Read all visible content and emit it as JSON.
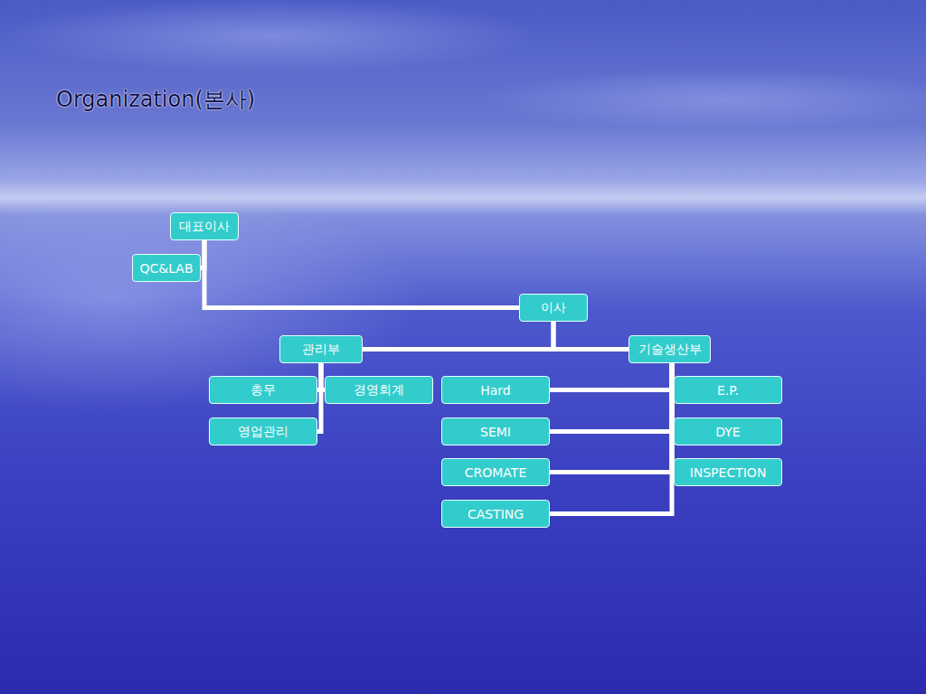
{
  "diagram": {
    "title": "Organization(본사)",
    "nodes": [
      {
        "text": [
          "대표이사"
        ]
      },
      {
        "text": [
          "QC&LAB"
        ]
      },
      {
        "text": [
          "이사"
        ]
      },
      {
        "text": [
          "관리부"
        ]
      },
      {
        "text": [
          "기술생산부"
        ]
      },
      {
        "text": [
          "총무"
        ]
      },
      {
        "text": [
          "경영회계"
        ]
      },
      {
        "text": [
          "영업관리"
        ]
      },
      {
        "text": [
          "Hard"
        ]
      },
      {
        "text": [
          "SEMI"
        ]
      },
      {
        "text": [
          "CROMATE"
        ]
      },
      {
        "text": [
          "CASTING"
        ]
      },
      {
        "text": [
          "E.P."
        ]
      },
      {
        "text": [
          "DYE"
        ]
      },
      {
        "text": [
          "INSPECTION"
        ]
      }
    ],
    "edges": [
      {
        "from": 0,
        "to": 1,
        "arrow": "none"
      },
      {
        "from": 0,
        "to": 2,
        "arrow": "none"
      },
      {
        "from": 2,
        "to": 3,
        "arrow": "none"
      },
      {
        "from": 2,
        "to": 4,
        "arrow": "none"
      },
      {
        "from": 3,
        "to": 5,
        "arrow": "none"
      },
      {
        "from": 3,
        "to": 6,
        "arrow": "none"
      },
      {
        "from": 3,
        "to": 7,
        "arrow": "none"
      },
      {
        "from": 4,
        "to": 8,
        "arrow": "none"
      },
      {
        "from": 4,
        "to": 9,
        "arrow": "none"
      },
      {
        "from": 4,
        "to": 10,
        "arrow": "none"
      },
      {
        "from": 4,
        "to": 11,
        "arrow": "none"
      },
      {
        "from": 4,
        "to": 12,
        "arrow": "none"
      },
      {
        "from": 4,
        "to": 13,
        "arrow": "none"
      },
      {
        "from": 4,
        "to": 14,
        "arrow": "none"
      }
    ]
  }
}
